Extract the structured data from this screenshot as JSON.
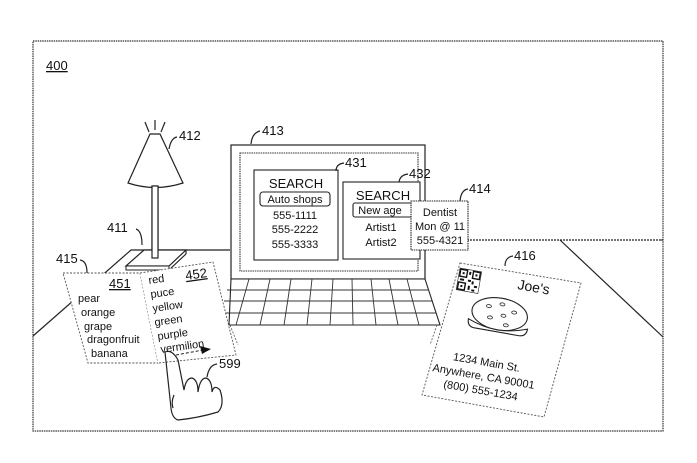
{
  "figure": {
    "label": "400",
    "refs": {
      "table": "411",
      "lamp": "412",
      "laptop": "413",
      "note_card": "414",
      "paper_sheet": "415",
      "restaurant_card": "416",
      "window_a": "431",
      "window_b": "432",
      "list_a": "451",
      "list_b": "452",
      "finger": "599"
    }
  },
  "window_a": {
    "title": "SEARCH",
    "query": "Auto shops",
    "results": [
      "555-1111",
      "555-2222",
      "555-3333"
    ]
  },
  "window_b": {
    "title": "SEARCH",
    "query": "New age",
    "results": [
      "Artist1",
      "Artist2"
    ]
  },
  "note_card": {
    "lines": [
      "Dentist",
      "Mon @ 11",
      "555-4321"
    ]
  },
  "list_a": {
    "items": [
      "pear",
      "orange",
      "grape",
      "dragonfruit",
      "banana"
    ]
  },
  "list_b": {
    "items": [
      "red",
      "puce",
      "yellow",
      "green",
      "purple",
      "vermilion"
    ]
  },
  "restaurant_card": {
    "name": "Joe's",
    "address_lines": [
      "1234 Main St.",
      "Anywhere, CA 90001",
      "(800) 555-1234"
    ],
    "icons": [
      "qr-code-icon",
      "hamburger-icon"
    ]
  }
}
